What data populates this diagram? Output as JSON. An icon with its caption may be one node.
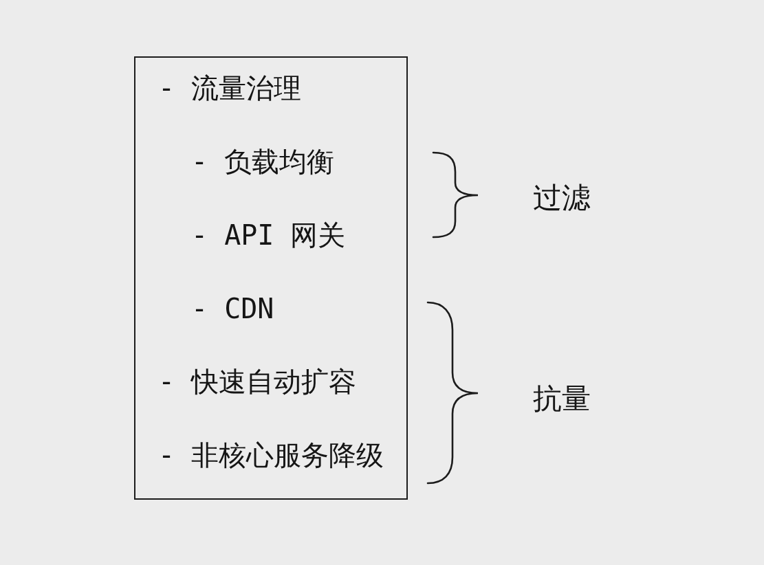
{
  "diagram": {
    "nodes": [
      {
        "text": [
          "- 流量治理",
          "- 负载均衡",
          "- API 网关",
          "- CDN",
          "- 快速自动扩容",
          "- 非核心服务降级"
        ]
      }
    ],
    "labels": [
      "过滤",
      "抗量"
    ]
  }
}
